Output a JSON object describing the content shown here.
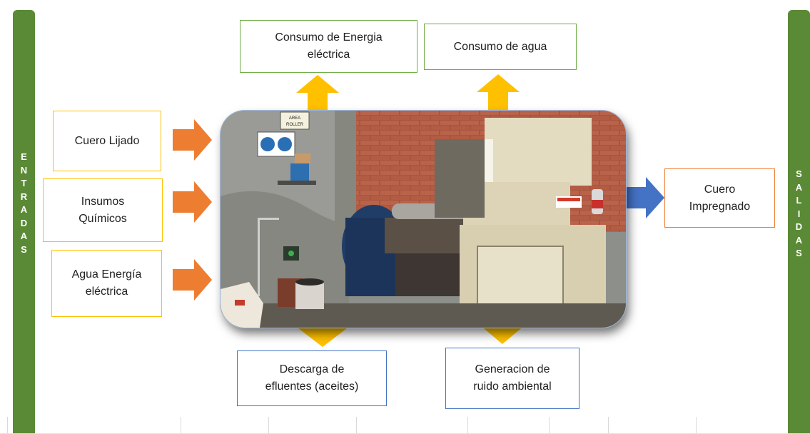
{
  "entradas": {
    "label": "ENTRADAS",
    "letters": [
      "E",
      "N",
      "T",
      "R",
      "A",
      "D",
      "A",
      "S"
    ],
    "items": [
      "Cuero Lijado",
      "Insumos\nQuímicos",
      "Agua Energía\neléctrica"
    ]
  },
  "salidas": {
    "label": "SALIDAS",
    "letters": [
      "S",
      "A",
      "L",
      "I",
      "D",
      "A",
      "S"
    ],
    "items": [
      "Cuero\nImpregnado"
    ]
  },
  "top_outputs": [
    "Consumo de Energia\neléctrica",
    "Consumo de agua"
  ],
  "bottom_outputs": [
    "Descarga de\nefluentes (aceites)",
    "Generacion de\nruido ambiental"
  ],
  "photo": {
    "sign_text": "AREA\nROLLER"
  },
  "colors": {
    "side_bar": "#5a8a35",
    "top_box_border": "#70ad47",
    "input_box_border": "#ffc000",
    "output_box_border": "#ed7d31",
    "bottom_box_border": "#4472c4",
    "input_arrow": "#ed7d31",
    "vertical_arrow": "#ffc000",
    "output_arrow": "#4472c4"
  }
}
